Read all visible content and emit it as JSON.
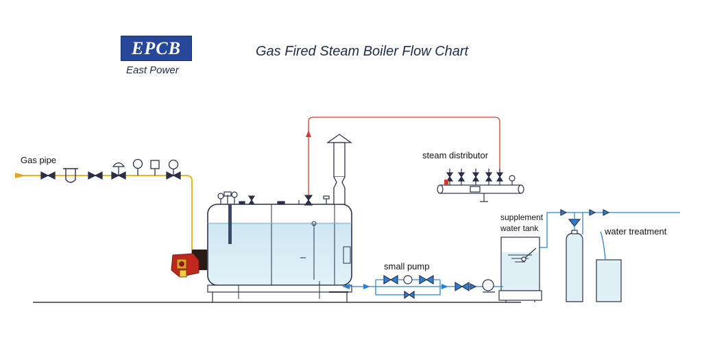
{
  "header": {
    "logo_text": "EPCB",
    "company": "East Power",
    "title": "Gas Fired Steam Boiler Flow Chart"
  },
  "labels": {
    "gas_pipe": "Gas pipe",
    "steam_distributor": "steam distributor",
    "supplement_line1": "supplement",
    "supplement_line2": "water  tank",
    "water_treatment": "water treatment",
    "small_pump": "small pump"
  },
  "colors": {
    "gas_line": "#e8b520",
    "steam_line": "#d63c2e",
    "water_line": "#2c7fd0",
    "tank_fill": "#dff0f7",
    "burner": "#c0281e",
    "logo": "#27489a"
  }
}
